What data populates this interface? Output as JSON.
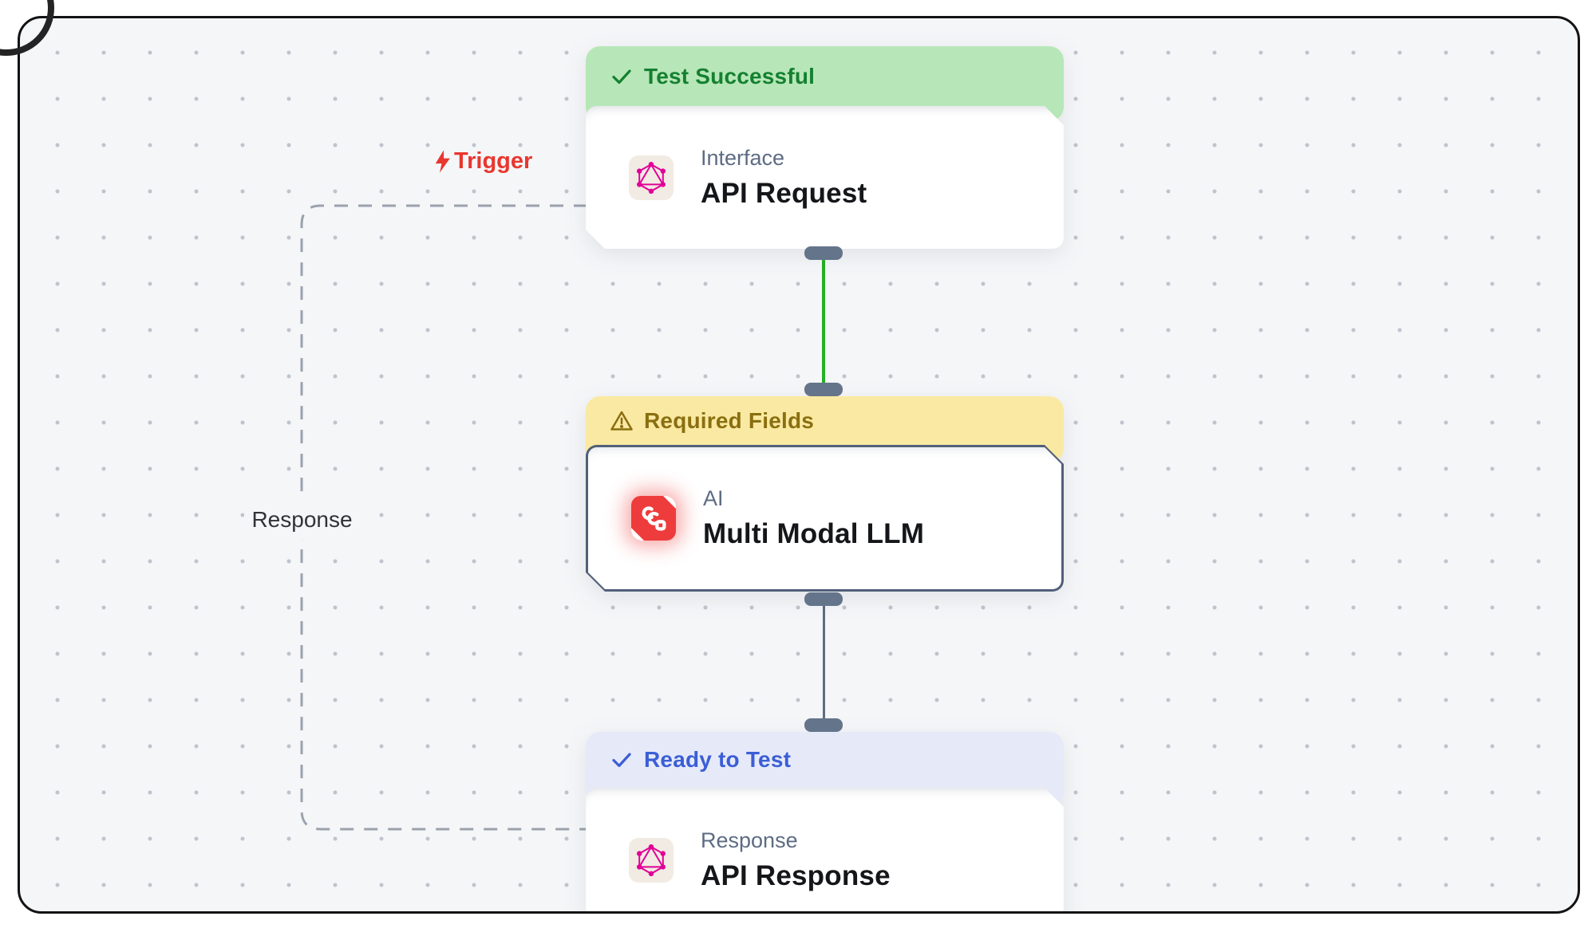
{
  "canvas": {
    "background": "#f5f6f8",
    "border_color": "#131313",
    "dot_color": "#bfc4cc"
  },
  "annotations": {
    "trigger": {
      "label": "Trigger",
      "color": "#e8372f"
    },
    "response": {
      "label": "Response",
      "color": "#2f3338"
    }
  },
  "edges": {
    "trigger_loop_color": "#9aa2ac",
    "request_to_llm_color": "#25b025",
    "llm_to_response_color": "#5d6d80",
    "handle_color": "#64748b",
    "selected_border_color": "#51607a"
  },
  "nodes": [
    {
      "status": {
        "icon": "check",
        "label": "Test Successful",
        "bg": "#b7e7b8",
        "color": "#158030"
      },
      "category": "Interface",
      "title": "API Request",
      "icon": "graphql-icon"
    },
    {
      "status": {
        "icon": "warning",
        "label": "Required Fields",
        "bg": "#fae9a2",
        "color": "#8a6f10"
      },
      "category": "AI",
      "title": "Multi Modal LLM",
      "icon": "multimodal-ai-icon",
      "selected": true
    },
    {
      "status": {
        "icon": "check",
        "label": "Ready to Test",
        "bg": "#e6eaf8",
        "color": "#3b5ed6"
      },
      "category": "Response",
      "title": "API Response",
      "icon": "graphql-icon"
    }
  ]
}
